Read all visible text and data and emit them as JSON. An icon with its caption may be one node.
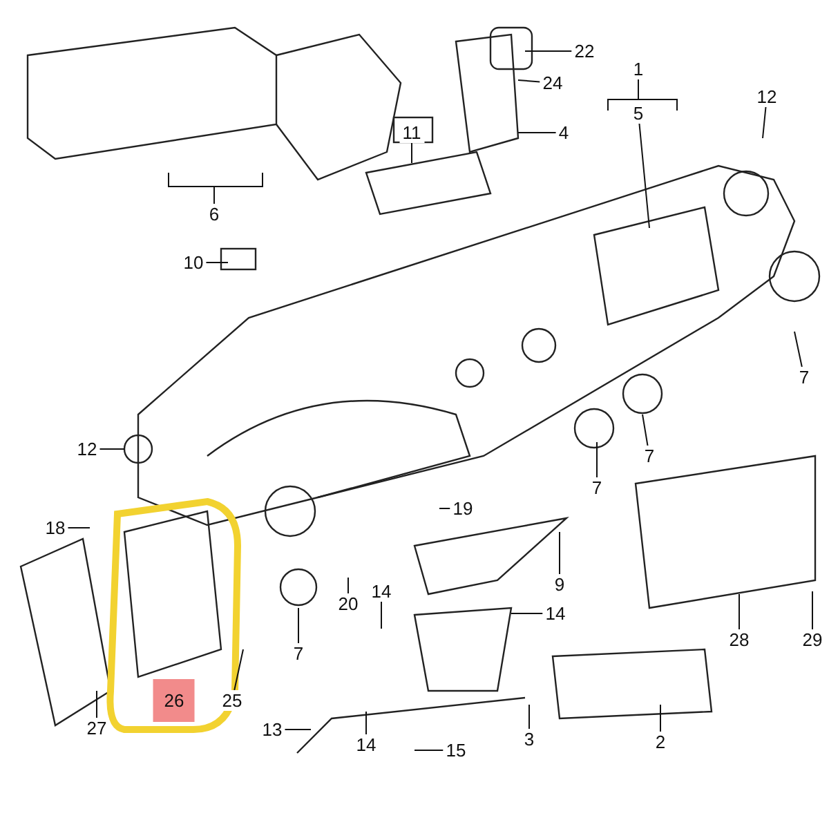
{
  "diagram": {
    "nodes": [
      {
        "text": [
          "22"
        ]
      },
      {
        "text": [
          "1"
        ]
      },
      {
        "text": [
          "24"
        ]
      },
      {
        "text": [
          "12"
        ]
      },
      {
        "text": [
          "5"
        ]
      },
      {
        "text": [
          "4"
        ]
      },
      {
        "text": [
          "11"
        ]
      },
      {
        "text": [
          "6"
        ]
      },
      {
        "text": [
          "10"
        ]
      },
      {
        "text": [
          "7"
        ]
      },
      {
        "text": [
          "12"
        ]
      },
      {
        "text": [
          "7"
        ]
      },
      {
        "text": [
          "7"
        ]
      },
      {
        "text": [
          "19"
        ]
      },
      {
        "text": [
          "18"
        ]
      },
      {
        "text": [
          "9"
        ]
      },
      {
        "text": [
          "14"
        ]
      },
      {
        "text": [
          "20"
        ]
      },
      {
        "text": [
          "14"
        ]
      },
      {
        "text": [
          "28"
        ]
      },
      {
        "text": [
          "29"
        ]
      },
      {
        "text": [
          "7"
        ]
      },
      {
        "text": [
          "25"
        ]
      },
      {
        "text": [
          "26"
        ]
      },
      {
        "text": [
          "27"
        ]
      },
      {
        "text": [
          "13"
        ]
      },
      {
        "text": [
          "14"
        ]
      },
      {
        "text": [
          "15"
        ]
      },
      {
        "text": [
          "3"
        ]
      },
      {
        "text": [
          "2"
        ]
      }
    ],
    "edges": [
      {
        "from": 0,
        "to": null,
        "arrow": "none"
      },
      {
        "from": 1,
        "to": null,
        "arrow": "none"
      },
      {
        "from": 2,
        "to": null,
        "arrow": "none"
      },
      {
        "from": 3,
        "to": null,
        "arrow": "none"
      },
      {
        "from": 4,
        "to": null,
        "arrow": "none"
      },
      {
        "from": 5,
        "to": null,
        "arrow": "none"
      },
      {
        "from": 6,
        "to": null,
        "arrow": "none"
      },
      {
        "from": 7,
        "to": null,
        "arrow": "none"
      },
      {
        "from": 8,
        "to": null,
        "arrow": "none"
      },
      {
        "from": 9,
        "to": null,
        "arrow": "none"
      },
      {
        "from": 10,
        "to": null,
        "arrow": "none"
      },
      {
        "from": 11,
        "to": null,
        "arrow": "none"
      },
      {
        "from": 12,
        "to": null,
        "arrow": "none"
      },
      {
        "from": 13,
        "to": null,
        "arrow": "none"
      },
      {
        "from": 14,
        "to": null,
        "arrow": "none"
      },
      {
        "from": 15,
        "to": null,
        "arrow": "none"
      },
      {
        "from": 16,
        "to": null,
        "arrow": "none"
      },
      {
        "from": 17,
        "to": null,
        "arrow": "none"
      },
      {
        "from": 18,
        "to": null,
        "arrow": "none"
      },
      {
        "from": 19,
        "to": null,
        "arrow": "none"
      },
      {
        "from": 20,
        "to": null,
        "arrow": "none"
      },
      {
        "from": 21,
        "to": null,
        "arrow": "none"
      },
      {
        "from": 22,
        "to": null,
        "arrow": "none"
      },
      {
        "from": 24,
        "to": null,
        "arrow": "none"
      },
      {
        "from": 25,
        "to": null,
        "arrow": "none"
      },
      {
        "from": 26,
        "to": null,
        "arrow": "none"
      },
      {
        "from": 27,
        "to": null,
        "arrow": "none"
      },
      {
        "from": 28,
        "to": null,
        "arrow": "none"
      },
      {
        "from": 29,
        "to": null,
        "arrow": "none"
      }
    ]
  }
}
